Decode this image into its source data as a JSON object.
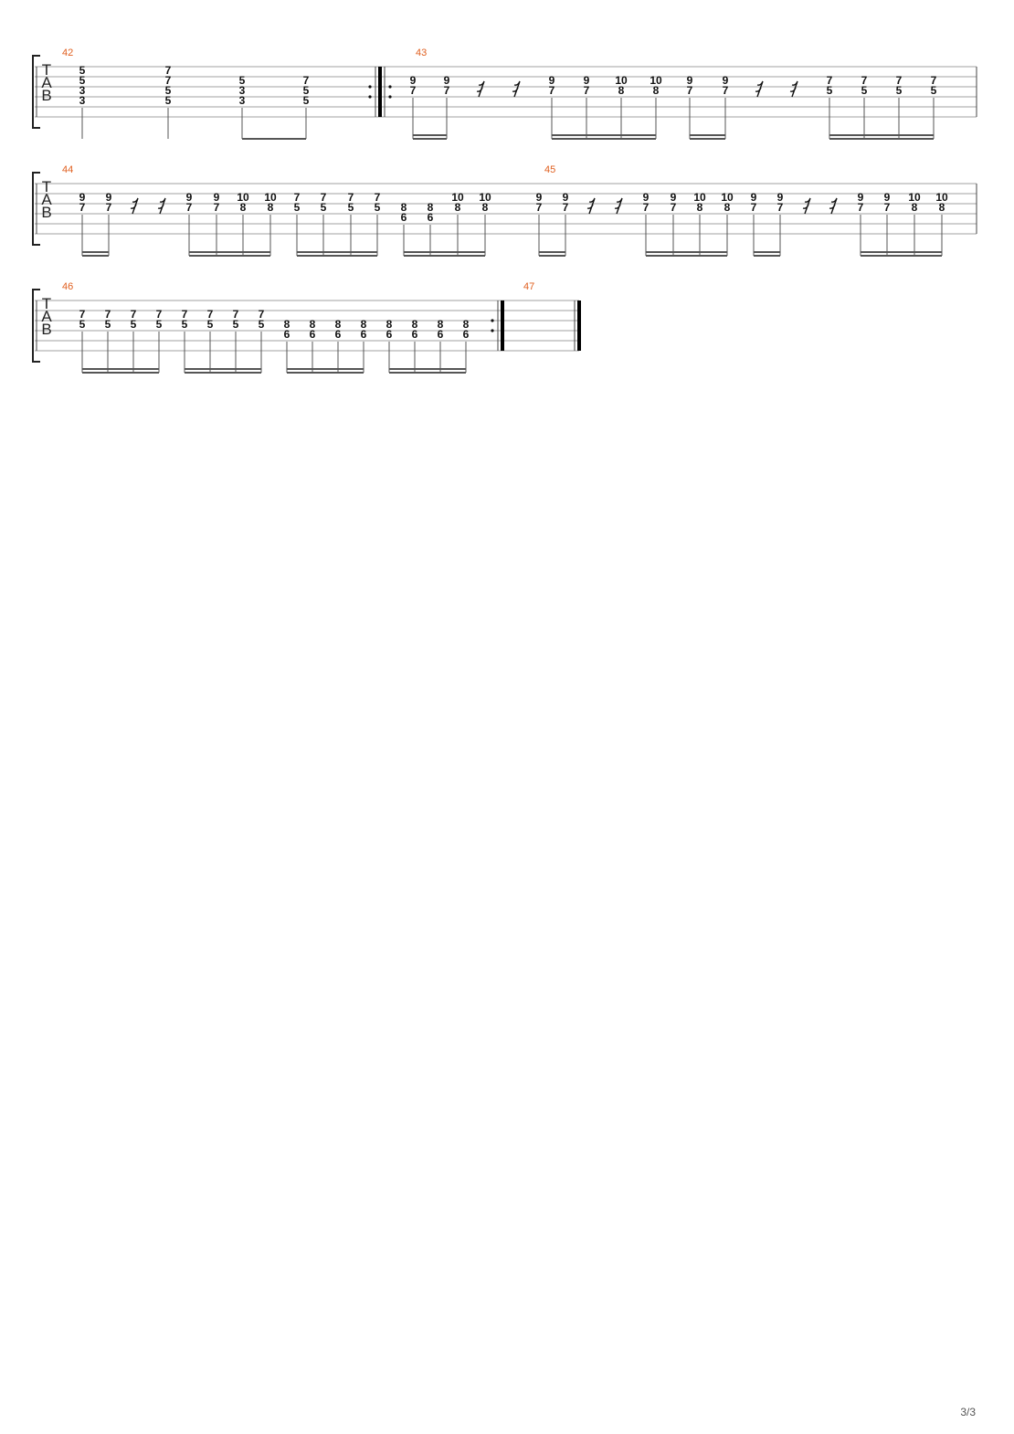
{
  "staff_letters": [
    "T",
    "A",
    "B"
  ],
  "page_number": "3/3",
  "colors": {
    "bar_number": "#e06020",
    "staff_line": "#a0a0a0",
    "note": "#111111"
  },
  "systems": [
    {
      "measures": [
        {
          "number": "42",
          "end": "repeat-end",
          "notes": [
            {
              "frets": [
                [
                  1,
                  "5"
                ],
                [
                  2,
                  "5"
                ],
                [
                  3,
                  "3"
                ],
                [
                  4,
                  "3"
                ]
              ],
              "dur": "q"
            },
            {
              "frets": [
                [
                  1,
                  "7"
                ],
                [
                  2,
                  "7"
                ],
                [
                  3,
                  "5"
                ],
                [
                  4,
                  "5"
                ]
              ],
              "dur": "q"
            },
            {
              "frets": [
                [
                  2,
                  "5"
                ],
                [
                  3,
                  "3"
                ],
                [
                  4,
                  "3"
                ]
              ],
              "dur": "8"
            },
            {
              "frets": [
                [
                  2,
                  "7"
                ],
                [
                  3,
                  "5"
                ],
                [
                  4,
                  "5"
                ]
              ],
              "dur": "8"
            }
          ]
        },
        {
          "number": "43",
          "start": "repeat-start",
          "end": "end",
          "notes": [
            {
              "frets": [
                [
                  2,
                  "9"
                ],
                [
                  3,
                  "7"
                ]
              ],
              "dur": "16"
            },
            {
              "frets": [
                [
                  2,
                  "9"
                ],
                [
                  3,
                  "7"
                ]
              ],
              "dur": "16"
            },
            {
              "rest": "16"
            },
            {
              "rest": "16"
            },
            {
              "frets": [
                [
                  2,
                  "9"
                ],
                [
                  3,
                  "7"
                ]
              ],
              "dur": "16"
            },
            {
              "frets": [
                [
                  2,
                  "9"
                ],
                [
                  3,
                  "7"
                ]
              ],
              "dur": "16"
            },
            {
              "frets": [
                [
                  2,
                  "10"
                ],
                [
                  3,
                  "8"
                ]
              ],
              "dur": "16"
            },
            {
              "frets": [
                [
                  2,
                  "10"
                ],
                [
                  3,
                  "8"
                ]
              ],
              "dur": "16"
            },
            {
              "frets": [
                [
                  2,
                  "9"
                ],
                [
                  3,
                  "7"
                ]
              ],
              "dur": "16"
            },
            {
              "frets": [
                [
                  2,
                  "9"
                ],
                [
                  3,
                  "7"
                ]
              ],
              "dur": "16"
            },
            {
              "rest": "16"
            },
            {
              "rest": "16"
            },
            {
              "frets": [
                [
                  2,
                  "7"
                ],
                [
                  3,
                  "5"
                ]
              ],
              "dur": "16"
            },
            {
              "frets": [
                [
                  2,
                  "7"
                ],
                [
                  3,
                  "5"
                ]
              ],
              "dur": "16"
            },
            {
              "frets": [
                [
                  2,
                  "7"
                ],
                [
                  3,
                  "5"
                ]
              ],
              "dur": "16"
            },
            {
              "frets": [
                [
                  2,
                  "7"
                ],
                [
                  3,
                  "5"
                ]
              ],
              "dur": "16"
            }
          ]
        }
      ]
    },
    {
      "measures": [
        {
          "number": "44",
          "notes": [
            {
              "frets": [
                [
                  2,
                  "9"
                ],
                [
                  3,
                  "7"
                ]
              ],
              "dur": "16"
            },
            {
              "frets": [
                [
                  2,
                  "9"
                ],
                [
                  3,
                  "7"
                ]
              ],
              "dur": "16"
            },
            {
              "rest": "16"
            },
            {
              "rest": "16"
            },
            {
              "frets": [
                [
                  2,
                  "9"
                ],
                [
                  3,
                  "7"
                ]
              ],
              "dur": "16"
            },
            {
              "frets": [
                [
                  2,
                  "9"
                ],
                [
                  3,
                  "7"
                ]
              ],
              "dur": "16"
            },
            {
              "frets": [
                [
                  2,
                  "10"
                ],
                [
                  3,
                  "8"
                ]
              ],
              "dur": "16"
            },
            {
              "frets": [
                [
                  2,
                  "10"
                ],
                [
                  3,
                  "8"
                ]
              ],
              "dur": "16"
            },
            {
              "frets": [
                [
                  2,
                  "7"
                ],
                [
                  3,
                  "5"
                ]
              ],
              "dur": "16"
            },
            {
              "frets": [
                [
                  2,
                  "7"
                ],
                [
                  3,
                  "5"
                ]
              ],
              "dur": "16"
            },
            {
              "frets": [
                [
                  2,
                  "7"
                ],
                [
                  3,
                  "5"
                ]
              ],
              "dur": "16"
            },
            {
              "frets": [
                [
                  2,
                  "7"
                ],
                [
                  3,
                  "5"
                ]
              ],
              "dur": "16"
            },
            {
              "frets": [
                [
                  3,
                  "8"
                ],
                [
                  4,
                  "6"
                ]
              ],
              "dur": "16"
            },
            {
              "frets": [
                [
                  3,
                  "8"
                ],
                [
                  4,
                  "6"
                ]
              ],
              "dur": "16"
            },
            {
              "frets": [
                [
                  2,
                  "10"
                ],
                [
                  3,
                  "8"
                ]
              ],
              "dur": "16"
            },
            {
              "frets": [
                [
                  2,
                  "10"
                ],
                [
                  3,
                  "8"
                ]
              ],
              "dur": "16"
            }
          ]
        },
        {
          "number": "45",
          "end": "end",
          "notes": [
            {
              "frets": [
                [
                  2,
                  "9"
                ],
                [
                  3,
                  "7"
                ]
              ],
              "dur": "16"
            },
            {
              "frets": [
                [
                  2,
                  "9"
                ],
                [
                  3,
                  "7"
                ]
              ],
              "dur": "16"
            },
            {
              "rest": "16"
            },
            {
              "rest": "16"
            },
            {
              "frets": [
                [
                  2,
                  "9"
                ],
                [
                  3,
                  "7"
                ]
              ],
              "dur": "16"
            },
            {
              "frets": [
                [
                  2,
                  "9"
                ],
                [
                  3,
                  "7"
                ]
              ],
              "dur": "16"
            },
            {
              "frets": [
                [
                  2,
                  "10"
                ],
                [
                  3,
                  "8"
                ]
              ],
              "dur": "16"
            },
            {
              "frets": [
                [
                  2,
                  "10"
                ],
                [
                  3,
                  "8"
                ]
              ],
              "dur": "16"
            },
            {
              "frets": [
                [
                  2,
                  "9"
                ],
                [
                  3,
                  "7"
                ]
              ],
              "dur": "16"
            },
            {
              "frets": [
                [
                  2,
                  "9"
                ],
                [
                  3,
                  "7"
                ]
              ],
              "dur": "16"
            },
            {
              "rest": "16"
            },
            {
              "rest": "16"
            },
            {
              "frets": [
                [
                  2,
                  "9"
                ],
                [
                  3,
                  "7"
                ]
              ],
              "dur": "16"
            },
            {
              "frets": [
                [
                  2,
                  "9"
                ],
                [
                  3,
                  "7"
                ]
              ],
              "dur": "16"
            },
            {
              "frets": [
                [
                  2,
                  "10"
                ],
                [
                  3,
                  "8"
                ]
              ],
              "dur": "16"
            },
            {
              "frets": [
                [
                  2,
                  "10"
                ],
                [
                  3,
                  "8"
                ]
              ],
              "dur": "16"
            }
          ]
        }
      ]
    },
    {
      "measures": [
        {
          "number": "46",
          "end": "repeat-end",
          "notes": [
            {
              "frets": [
                [
                  2,
                  "7"
                ],
                [
                  3,
                  "5"
                ]
              ],
              "dur": "16"
            },
            {
              "frets": [
                [
                  2,
                  "7"
                ],
                [
                  3,
                  "5"
                ]
              ],
              "dur": "16"
            },
            {
              "frets": [
                [
                  2,
                  "7"
                ],
                [
                  3,
                  "5"
                ]
              ],
              "dur": "16"
            },
            {
              "frets": [
                [
                  2,
                  "7"
                ],
                [
                  3,
                  "5"
                ]
              ],
              "dur": "16"
            },
            {
              "frets": [
                [
                  2,
                  "7"
                ],
                [
                  3,
                  "5"
                ]
              ],
              "dur": "16"
            },
            {
              "frets": [
                [
                  2,
                  "7"
                ],
                [
                  3,
                  "5"
                ]
              ],
              "dur": "16"
            },
            {
              "frets": [
                [
                  2,
                  "7"
                ],
                [
                  3,
                  "5"
                ]
              ],
              "dur": "16"
            },
            {
              "frets": [
                [
                  2,
                  "7"
                ],
                [
                  3,
                  "5"
                ]
              ],
              "dur": "16"
            },
            {
              "frets": [
                [
                  3,
                  "8"
                ],
                [
                  4,
                  "6"
                ]
              ],
              "dur": "16"
            },
            {
              "frets": [
                [
                  3,
                  "8"
                ],
                [
                  4,
                  "6"
                ]
              ],
              "dur": "16"
            },
            {
              "frets": [
                [
                  3,
                  "8"
                ],
                [
                  4,
                  "6"
                ]
              ],
              "dur": "16"
            },
            {
              "frets": [
                [
                  3,
                  "8"
                ],
                [
                  4,
                  "6"
                ]
              ],
              "dur": "16"
            },
            {
              "frets": [
                [
                  3,
                  "8"
                ],
                [
                  4,
                  "6"
                ]
              ],
              "dur": "16"
            },
            {
              "frets": [
                [
                  3,
                  "8"
                ],
                [
                  4,
                  "6"
                ]
              ],
              "dur": "16"
            },
            {
              "frets": [
                [
                  3,
                  "8"
                ],
                [
                  4,
                  "6"
                ]
              ],
              "dur": "16"
            },
            {
              "frets": [
                [
                  3,
                  "8"
                ],
                [
                  4,
                  "6"
                ]
              ],
              "dur": "16"
            }
          ]
        },
        {
          "number": "47",
          "end": "final",
          "notes": []
        }
      ]
    }
  ]
}
